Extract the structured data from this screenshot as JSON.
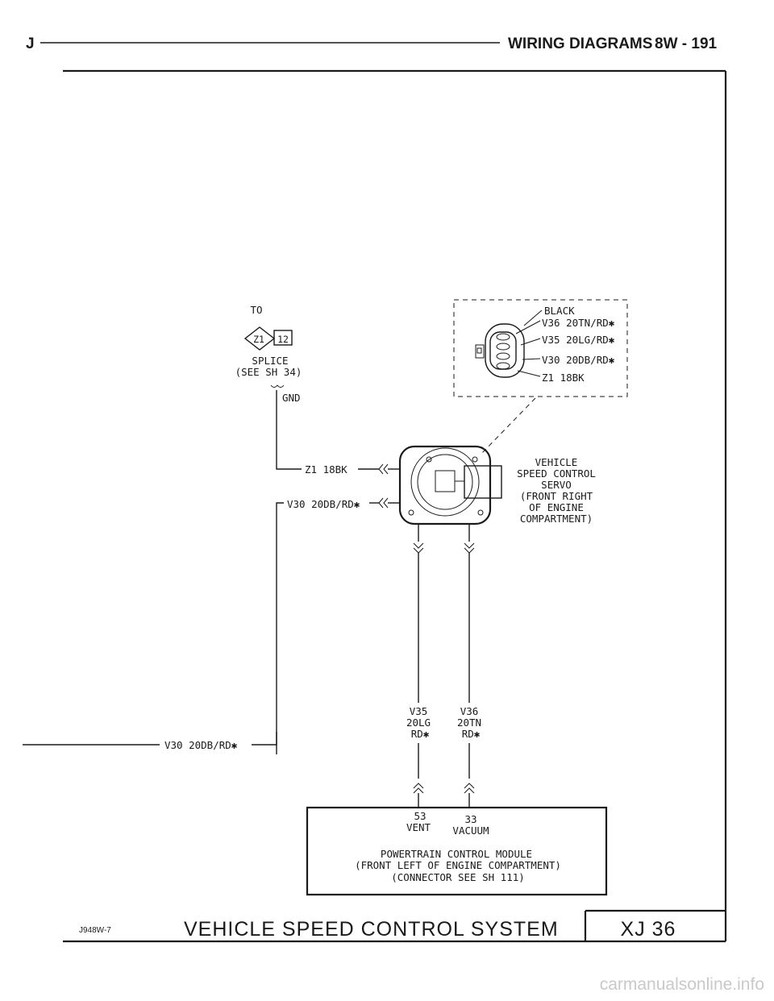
{
  "header": {
    "left": "J",
    "title": "WIRING DIAGRAMS",
    "page": "8W - 191"
  },
  "splice": {
    "to_label": "TO",
    "id_left": "Z1",
    "id_right": "12",
    "name": "SPLICE",
    "ref": "(SEE SH 34)",
    "gnd": "GND"
  },
  "wires": {
    "z1_main": "Z1 18BK",
    "v30_main": "V30 20DB/RD✱",
    "v30_bottom": "V30 20DB/RD✱"
  },
  "connector_view": {
    "color": "BLACK",
    "pins": [
      "V36 20TN/RD✱",
      "V35 20LG/RD✱",
      "V30 20DB/RD✱",
      "Z1 18BK"
    ]
  },
  "servo": {
    "lines": [
      "VEHICLE",
      "SPEED CONTROL",
      "SERVO",
      "(FRONT RIGHT",
      "OF ENGINE",
      "COMPARTMENT)"
    ]
  },
  "hoses": {
    "left": [
      "V35",
      "20LG",
      "RD✱"
    ],
    "right": [
      "V36",
      "20TN",
      "RD✱"
    ]
  },
  "pcm": {
    "left_pin": "53",
    "left_name": "VENT",
    "right_pin": "33",
    "right_name": "VACUUM",
    "line1": "POWERTRAIN CONTROL MODULE",
    "line2": "(FRONT LEFT OF ENGINE COMPARTMENT)",
    "line3": "(CONNECTOR SEE SH 111)"
  },
  "footer": {
    "code": "J948W-7",
    "system": "VEHICLE SPEED CONTROL SYSTEM",
    "ref": "XJ 36"
  },
  "watermark": "carmanualsonline.info",
  "colors": {
    "ink": "#1a1a1a",
    "paper": "#ffffff",
    "watermark": "#c9c9c9"
  }
}
